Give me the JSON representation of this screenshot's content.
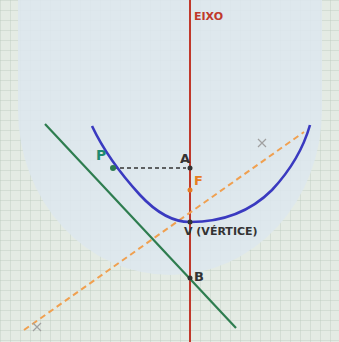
{
  "diagram": {
    "labels": [
      "EIXO",
      "P",
      "A",
      "F",
      "V (VÉRTICE)",
      "B"
    ]
  }
}
